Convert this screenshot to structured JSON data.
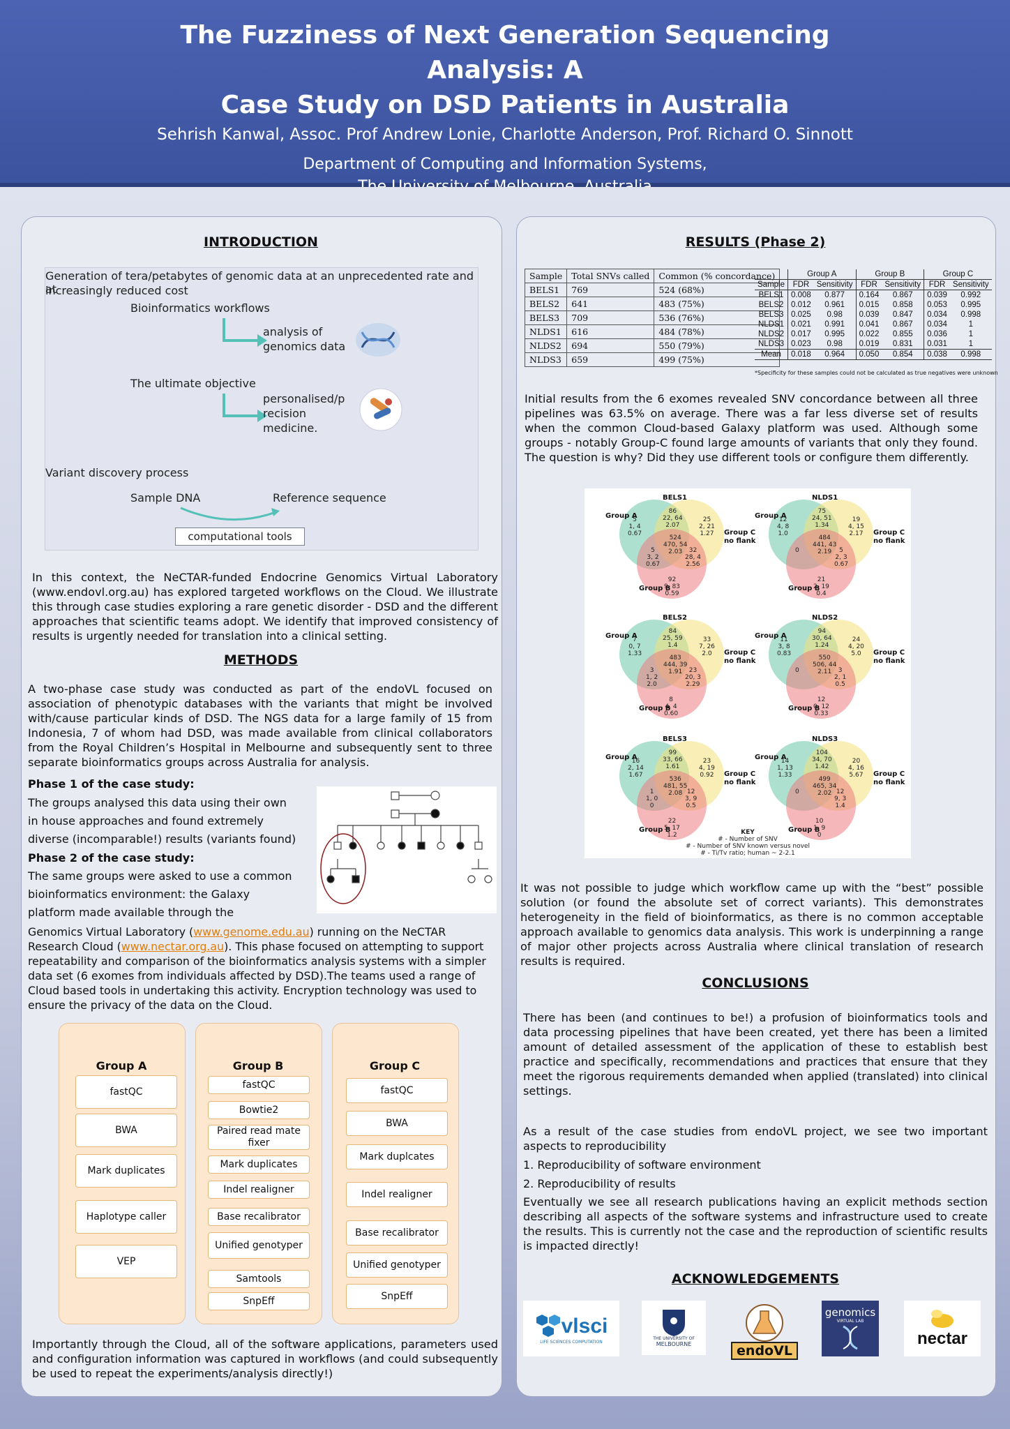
{
  "header": {
    "title_line1": "The Fuzziness of Next Generation Sequencing Analysis: A",
    "title_line2": "Case Study on DSD Patients in Australia",
    "authors": "Sehrish Kanwal, Assoc. Prof Andrew Lonie, Charlotte Anderson, Prof. Richard O. Sinnott",
    "dept_line1": "Department of Computing and Information Systems,",
    "dept_line2": "The University of Melbourne, Australia"
  },
  "intro": {
    "heading": "INTRODUCTION",
    "fig_line1": "Generation of tera/petabytes of genomic data at an unprecedented rate and at",
    "fig_line2": "increasingly reduced cost",
    "bioinf": "Bioinformatics workflows",
    "analysis_1": "analysis of",
    "analysis_2": "genomics data",
    "objective": "The ultimate objective",
    "pm_1": "personalised/p",
    "pm_2": "recision",
    "pm_3": "medicine.",
    "variant": "Variant discovery process",
    "sample": "Sample DNA",
    "reference": "Reference sequence",
    "comp": "computational tools",
    "paragraph": "In this context, the NeCTAR-funded Endocrine Genomics Virtual Laboratory (www.endovl.org.au) has explored targeted workflows on the Cloud. We illustrate this through case studies exploring a rare genetic disorder - DSD and the different approaches that scientific teams adopt. We identify that improved consistency of results is urgently needed for translation into a clinical setting."
  },
  "methods": {
    "heading": "METHODS",
    "paragraph": "A two-phase case study was conducted as part of the endoVL focused on association of phenotypic databases with the variants that might be involved with/cause particular kinds of DSD. The NGS data for a large family of 15 from Indonesia, 7 of whom had DSD, was made available from clinical collaborators from the Royal Children’s Hospital in Melbourne and subsequently sent to three separate bioinformatics groups across Australia for analysis.",
    "phase1_title": "Phase 1 of the case study:",
    "phase1_l1": "The groups analysed this data using their own",
    "phase1_l2": "in house approaches and found extremely",
    "phase1_l3": "diverse (incomparable!) results (variants found)",
    "phase2_title": "Phase 2 of the case study:",
    "phase2_l1": "The same groups were asked to use a common",
    "phase2_l2": "bioinformatics environment: the Galaxy",
    "phase2_l3": "platform made available through the",
    "phase2_a": "Genomics Virtual Laboratory (",
    "link1": "www.genome.edu.au",
    "phase2_b": ") running on the NeCTAR Research Cloud (",
    "link2": "www.nectar.org.au",
    "phase2_c": "). This phase focused on attempting to support repeatability and comparison of the bioinformatics analysis systems with a simpler data set (6 exomes from individuals affected by DSD).The teams used a range of Cloud based tools in undertaking this activity. Encryption technology was used to ensure the privacy of the data on the Cloud.",
    "groups": [
      {
        "name": "Group A",
        "tools": [
          "fastQC",
          "BWA",
          "Mark duplicates",
          "Haplotype caller",
          "VEP"
        ]
      },
      {
        "name": "Group B",
        "tools": [
          "fastQC",
          "Bowtie2",
          "Paired read mate fixer",
          "Mark duplicates",
          "Indel realigner",
          "Base recalibrator",
          "Unified genotyper",
          "Samtools",
          "SnpEff"
        ]
      },
      {
        "name": "Group C",
        "tools": [
          "fastQC",
          "BWA",
          "Mark duplcates",
          "Indel realigner",
          "Base recalibrator",
          "Unified genotyper",
          "SnpEff"
        ]
      }
    ],
    "closing": "Importantly through the Cloud, all of the software applications, parameters used and configuration information was captured in workflows (and could subsequently be used to repeat the experiments/analysis directly!)"
  },
  "results": {
    "heading": "RESULTS (Phase 2)",
    "table1": {
      "headers": [
        "Sample",
        "Total SNVs called",
        "Common (% concordance)"
      ],
      "rows": [
        [
          "BELS1",
          "769",
          "524 (68%)"
        ],
        [
          "BELS2",
          "641",
          "483 (75%)"
        ],
        [
          "BELS3",
          "709",
          "536 (76%)"
        ],
        [
          "NLDS1",
          "616",
          "484 (78%)"
        ],
        [
          "NLDS2",
          "694",
          "550 (79%)"
        ],
        [
          "NLDS3",
          "659",
          "499 (75%)"
        ]
      ]
    },
    "table2": {
      "groups": [
        "Group A",
        "Group B",
        "Group C"
      ],
      "headers": [
        "Sample",
        "FDR",
        "Sensitivity",
        "FDR",
        "Sensitivity",
        "FDR",
        "Sensitivity"
      ],
      "rows": [
        [
          "BELS1",
          "0.008",
          "0.877",
          "0.164",
          "0.867",
          "0.039",
          "0.992"
        ],
        [
          "BELS2",
          "0.012",
          "0.961",
          "0.015",
          "0.858",
          "0.053",
          "0.995"
        ],
        [
          "BELS3",
          "0.025",
          "0.98",
          "0.039",
          "0.847",
          "0.034",
          "0.998"
        ],
        [
          "NLDS1",
          "0.021",
          "0.991",
          "0.041",
          "0.867",
          "0.034",
          "1"
        ],
        [
          "NLDS2",
          "0.017",
          "0.995",
          "0.022",
          "0.855",
          "0.036",
          "1"
        ],
        [
          "NLDS3",
          "0.023",
          "0.98",
          "0.019",
          "0.831",
          "0.031",
          "1"
        ],
        [
          "Mean",
          "0.018",
          "0.964",
          "0.050",
          "0.854",
          "0.038",
          "0.998"
        ]
      ],
      "footnote": "*Specificity for these samples could not be calculated as true negatives were unknown"
    },
    "paragraph1": "Initial results from the 6 exomes revealed SNV concordance between all three pipelines was 63.5% on average. There was a far less diverse set of results when the common Cloud-based Galaxy platform was used. Although some groups - notably Group-C found large amounts of variants that only they found. The question is why? Did they use different tools or configure them differently.",
    "venn": [
      {
        "title": "BELS1",
        "a": "5\n1, 4\n0.67",
        "ab": "86\n22, 64\n2.07",
        "c": "25\n2, 21\n1.27",
        "all": "524\n470, 54\n2.03",
        "ac": "5\n3, 2\n0.67",
        "bc": "32\n28, 4\n2.56",
        "b": "92\n9, 83\n0.59"
      },
      {
        "title": "NLDS1",
        "a": "12\n4, 8\n1.0",
        "ab": "75\n24, 51\n1.34",
        "c": "19\n4, 15\n2.17",
        "all": "484\n441, 43\n2.19",
        "ac": "0",
        "bc": "5\n2, 3\n0.67",
        "b": "21\n2, 19\n0.4"
      },
      {
        "title": "BELS2",
        "a": "7\n0, 7\n1.33",
        "ab": "84\n25, 59\n1.4",
        "c": "33\n7, 26\n2.0",
        "all": "483\n444, 39\n1.91",
        "ac": "3\n1, 2\n2.0",
        "bc": "23\n20, 3\n2.29",
        "b": "8\n4, 4\n0.60"
      },
      {
        "title": "NLDS2",
        "a": "11\n3, 8\n0.83",
        "ab": "94\n30, 64\n1.24",
        "c": "24\n4, 20\n5.0",
        "all": "550\n506, 44\n2.11",
        "ac": "0",
        "bc": "3\n2, 1\n0.5",
        "b": "12\n0, 12\n0.33"
      },
      {
        "title": "BELS3",
        "a": "16\n2, 14\n1.67",
        "ab": "99\n33, 66\n1.61",
        "c": "23\n4, 19\n0.92",
        "all": "536\n481, 55\n2.08",
        "ac": "1\n1, 0\n0",
        "bc": "12\n3, 9\n0.5",
        "b": "22\n5, 17\n1.2"
      },
      {
        "title": "NLDS3",
        "a": "14\n1, 13\n1.33",
        "ab": "104\n34, 70\n1.42",
        "c": "20\n4, 16\n5.67",
        "all": "499\n465, 34\n2.02",
        "ac": "0",
        "bc": "12\n9, 3\n1.4",
        "b": "10\n1, 9\n0"
      }
    ],
    "venn_labels": {
      "group_a": "Group A",
      "group_b": "Group B",
      "group_c1": "Group C",
      "group_c2": "no flank"
    },
    "key": {
      "title": "KEY",
      "l1": "# - Number of SNV",
      "l2": "# - Number of SNV known versus novel",
      "l3": "# - Ti/Tv ratio; human ~ 2-2.1"
    },
    "paragraph2": "It was not possible to judge which workflow came up with the “best” possible solution (or found the absolute set of correct variants). This demonstrates heterogeneity in the field of bioinformatics, as there is no common acceptable approach available to genomics data analysis. This work is underpinning a range of major other projects across Australia where clinical translation of research results is required."
  },
  "conclusions": {
    "heading": "CONCLUSIONS",
    "p1": "There has been (and continues to be!) a profusion of bioinformatics tools and data processing pipelines that have been created, yet there has been a limited amount of detailed assessment of the application of these to establish best practice and specifically, recommendations and practices that ensure that they meet the rigorous requirements demanded when applied (translated) into clinical settings.",
    "p2": "As a result of the case studies from endoVL project, we see two important aspects to reproducibility",
    "item1": "1.  Reproducibility of software environment",
    "item2": "2.  Reproducibility of results",
    "p3": "Eventually we see all research publications having an explicit methods section describing all aspects of the software systems and infrastructure used to create the results. This is currently not the case and the reproduction of scientific results is impacted directly!"
  },
  "acknowledgements": {
    "heading": "ACKNOWLEDGEMENTS",
    "logo1": "vlsci",
    "logo1_sub": "LIFE SCIENCES COMPUTATION",
    "logo2_a": "THE UNIVERSITY OF",
    "logo2_b": "MELBOURNE",
    "logo3": "endoVL",
    "logo4_a": "genomics",
    "logo4_b": "VIRTUAL LAB",
    "logo5": "nectar"
  },
  "colors": {
    "header": "#4b63b2",
    "teal": "#55c0b7",
    "orange": "#e07d0b",
    "group_col": "#fde7cf"
  }
}
